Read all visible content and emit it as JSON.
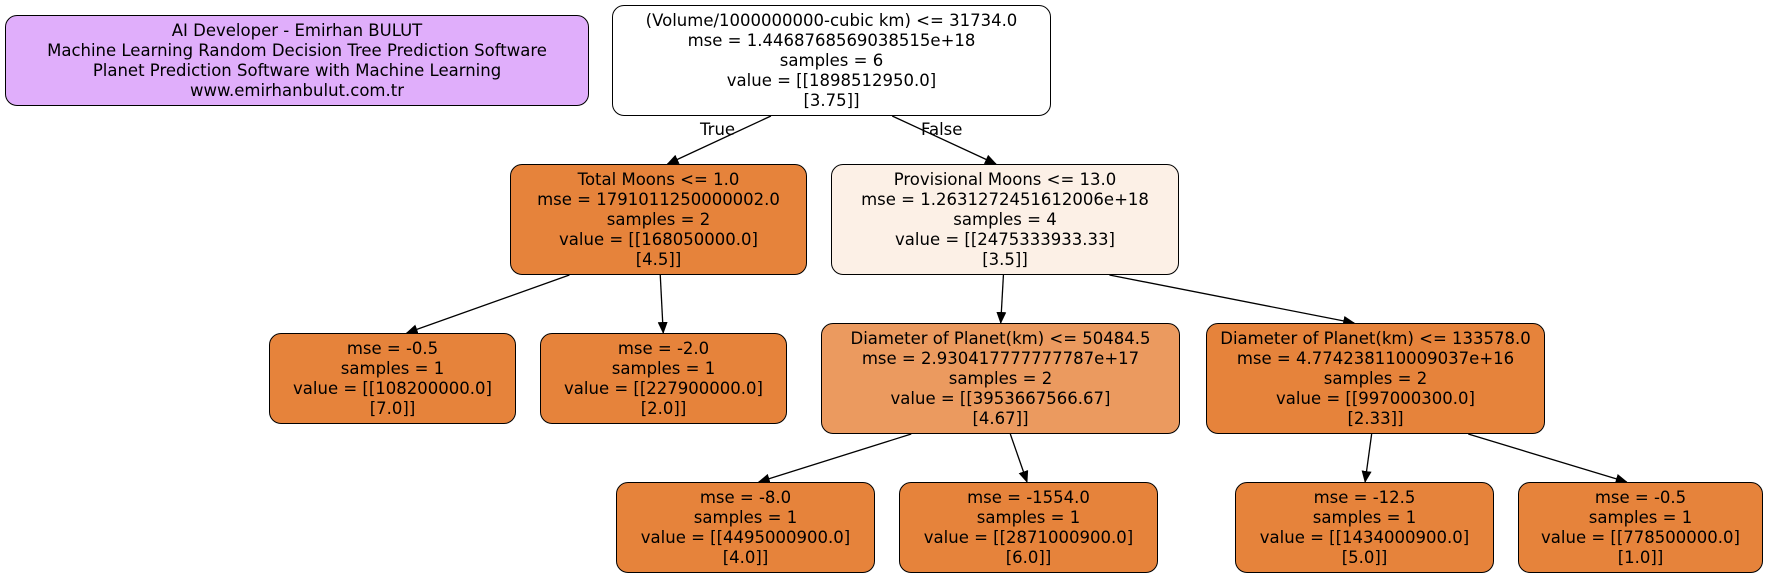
{
  "colors": {
    "orange_dark": "#e6833b",
    "orange_light": "#eb9a5f",
    "orange_pale": "#fcf0e6",
    "white": "#ffffff",
    "purple": "#e0aefb"
  },
  "info": {
    "lines": [
      "AI Developer - Emirhan BULUT",
      "Machine Learning Random Decision Tree Prediction Software",
      "Planet Prediction Software with Machine Learning",
      "www.emirhanbulut.com.tr"
    ]
  },
  "edge_labels": {
    "true_label": "True",
    "false_label": "False"
  },
  "nodes": [
    {
      "id": "root",
      "lines": [
        "(Volume/1000000000-cubic km) <= 31734.0",
        "mse = 1.4468768569038515e+18",
        "samples = 6",
        "value = [[1898512950.0]",
        "[3.75]]"
      ]
    },
    {
      "id": "n1",
      "lines": [
        "Total Moons <= 1.0",
        "mse = 1791011250000002.0",
        "samples = 2",
        "value = [[168050000.0]",
        "[4.5]]"
      ]
    },
    {
      "id": "n2",
      "lines": [
        "Provisional Moons <= 13.0",
        "mse = 1.2631272451612006e+18",
        "samples = 4",
        "value = [[2475333933.33]",
        "[3.5]]"
      ]
    },
    {
      "id": "n3",
      "lines": [
        "mse = -0.5",
        "samples = 1",
        "value = [[108200000.0]",
        "[7.0]]"
      ]
    },
    {
      "id": "n4",
      "lines": [
        "mse = -2.0",
        "samples = 1",
        "value = [[227900000.0]",
        "[2.0]]"
      ]
    },
    {
      "id": "n5",
      "lines": [
        "Diameter of Planet(km) <= 50484.5",
        "mse = 2.930417777777787e+17",
        "samples = 2",
        "value = [[3953667566.67]",
        "[4.67]]"
      ]
    },
    {
      "id": "n6",
      "lines": [
        "Diameter of Planet(km) <= 133578.0",
        "mse = 4.774238110009037e+16",
        "samples = 2",
        "value = [[997000300.0]",
        "[2.33]]"
      ]
    },
    {
      "id": "n7",
      "lines": [
        "mse = -8.0",
        "samples = 1",
        "value = [[4495000900.0]",
        "[4.0]]"
      ]
    },
    {
      "id": "n8",
      "lines": [
        "mse = -1554.0",
        "samples = 1",
        "value = [[2871000900.0]",
        "[6.0]]"
      ]
    },
    {
      "id": "n9",
      "lines": [
        "mse = -12.5",
        "samples = 1",
        "value = [[1434000900.0]",
        "[5.0]]"
      ]
    },
    {
      "id": "n10",
      "lines": [
        "mse = -0.5",
        "samples = 1",
        "value = [[778500000.0]",
        "[1.0]]"
      ]
    }
  ],
  "edges": [
    {
      "from": "root",
      "to": "n1"
    },
    {
      "from": "root",
      "to": "n2"
    },
    {
      "from": "n1",
      "to": "n3"
    },
    {
      "from": "n1",
      "to": "n4"
    },
    {
      "from": "n2",
      "to": "n5"
    },
    {
      "from": "n2",
      "to": "n6"
    },
    {
      "from": "n5",
      "to": "n7"
    },
    {
      "from": "n5",
      "to": "n8"
    },
    {
      "from": "n6",
      "to": "n9"
    },
    {
      "from": "n6",
      "to": "n10"
    }
  ]
}
